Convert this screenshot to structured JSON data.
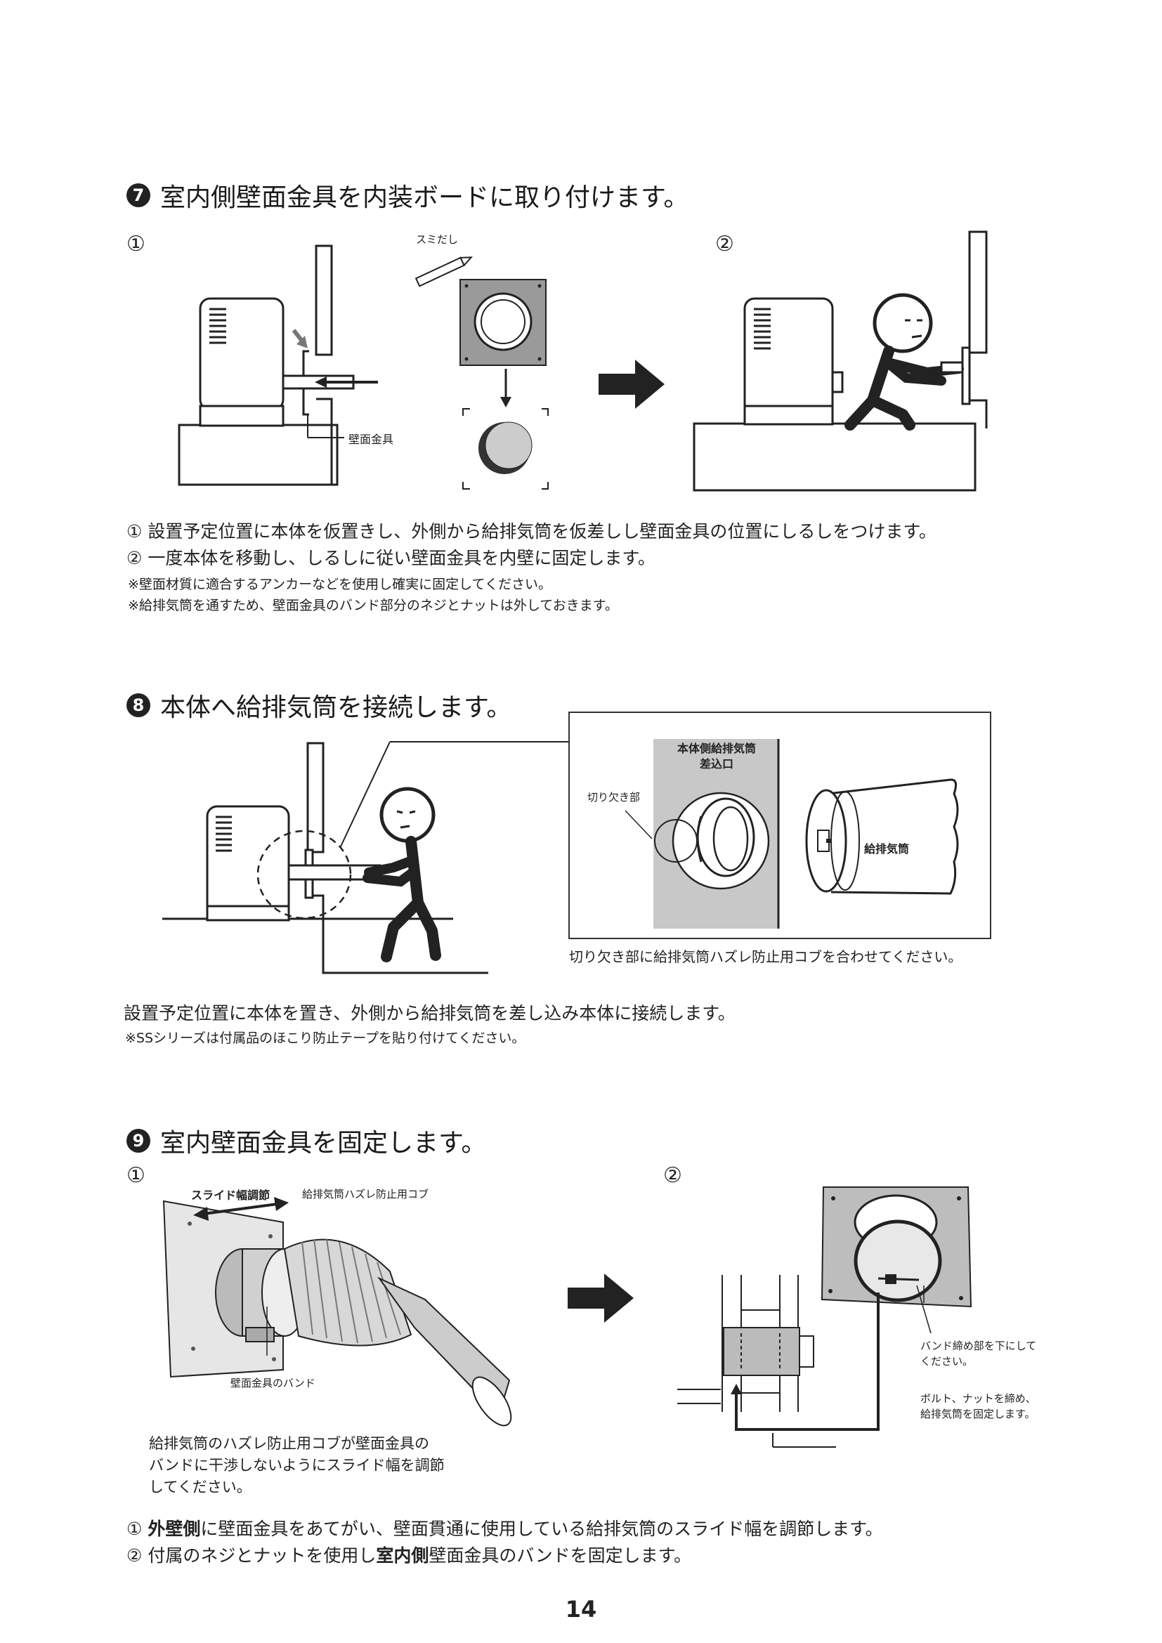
{
  "s7": {
    "num": "7",
    "title": "室内側壁面金具を内装ボードに取り付けます。",
    "step1_mark": "①",
    "step2_mark": "②",
    "label_sumidashi": "スミだし",
    "label_wall_fitting": "壁面金具",
    "steps": [
      "①  設置予定位置に本体を仮置きし、外側から給排気筒を仮差しし壁面金具の位置にしるしをつけます。",
      "②  一度本体を移動し、しるしに従い壁面金具を内壁に固定します。"
    ],
    "notes": [
      "※壁面材質に適合するアンカーなどを使用し確実に固定してください。",
      "※給排気筒を通すため、壁面金具のバンド部分のネジとナットは外しておきます。"
    ]
  },
  "s8": {
    "num": "8",
    "title": "本体へ給排気筒を接続します。",
    "inset_label_inlet_1": "本体側給排気筒",
    "inset_label_inlet_2": "差込口",
    "inset_label_notch": "切り欠き部",
    "inset_label_pipe": "給排気筒",
    "inset_caption": "切り欠き部に給排気筒ハズレ防止用コブを合わせてください。",
    "body": "設置予定位置に本体を置き、外側から給排気筒を差し込み本体に接続します。",
    "note": "※SSシリーズは付属品のほこり防止テープを貼り付けてください。"
  },
  "s9": {
    "num": "9",
    "title": "室内壁面金具を固定します。",
    "step1_mark": "①",
    "step2_mark": "②",
    "label_slide": "スライド幅調節",
    "label_bump": "給排気筒ハズレ防止用コブ",
    "label_band": "壁面金具のバンド",
    "caption_lines": [
      "給排気筒のハズレ防止用コブが壁面金具の",
      "バンドに干渉しないようにスライド幅を調節",
      "してください。"
    ],
    "callout_band_1": "バンド締め部を下にして",
    "callout_band_2": "ください。",
    "callout_bolt_1": "ボルト、ナットを締め、",
    "callout_bolt_2": "給排気筒を固定します。",
    "step1_pre": "①  ",
    "step1_bold": "外壁側",
    "step1_post": "に壁面金具をあてがい、壁面貫通に使用している給排気筒のスライド幅を調節します。",
    "step2_pre": "②  付属のネジとナットを使用し",
    "step2_bold": "室内側",
    "step2_post": "壁面金具のバンドを固定します。"
  },
  "page_number": "14"
}
